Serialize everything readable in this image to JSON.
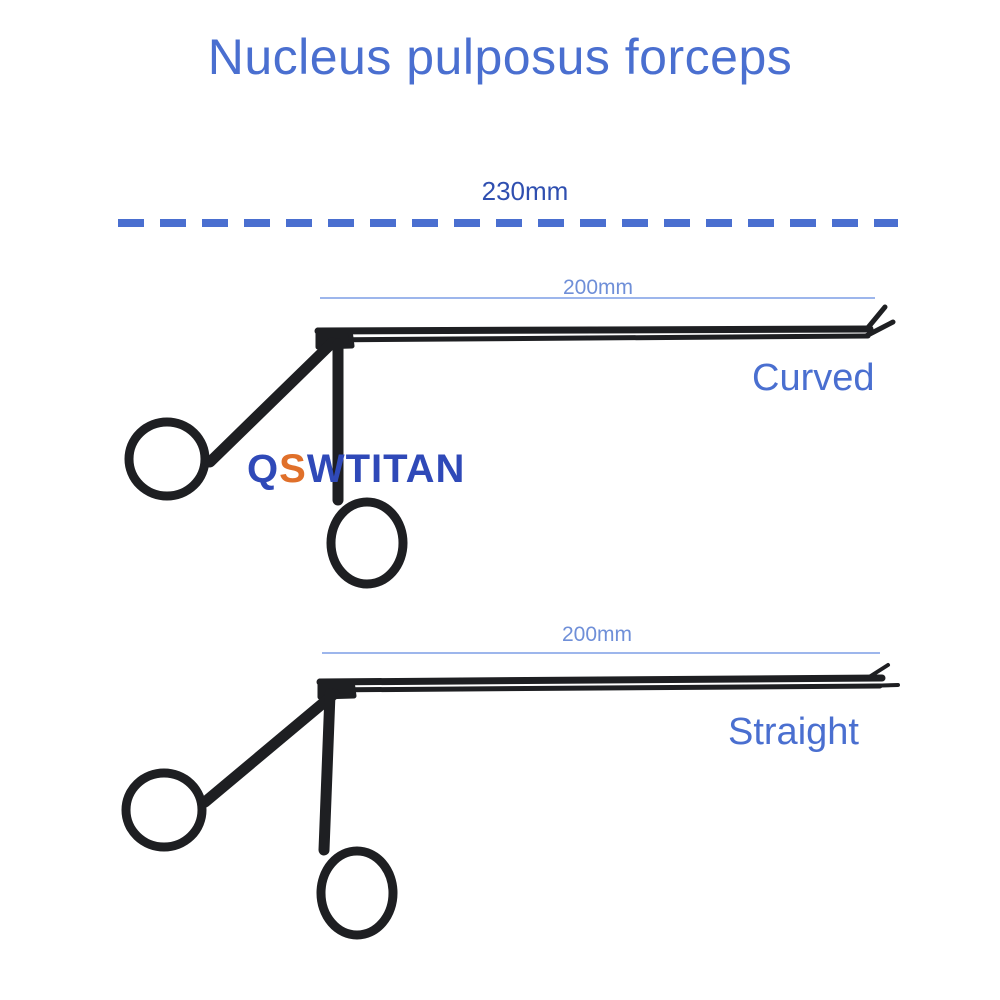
{
  "title": "Nucleus pulposus forceps",
  "overall_length": "230mm",
  "brand": {
    "text": "QSWTITAN",
    "color": "#2f49b8",
    "accent_color": "#e0702a"
  },
  "variants": [
    {
      "name": "Curved",
      "working_length": "200mm"
    },
    {
      "name": "Straight",
      "working_length": "200mm"
    }
  ],
  "colors": {
    "title": "#4a6fd0",
    "instrument": "#1e1f22",
    "measure_line": "#9db6ec"
  }
}
